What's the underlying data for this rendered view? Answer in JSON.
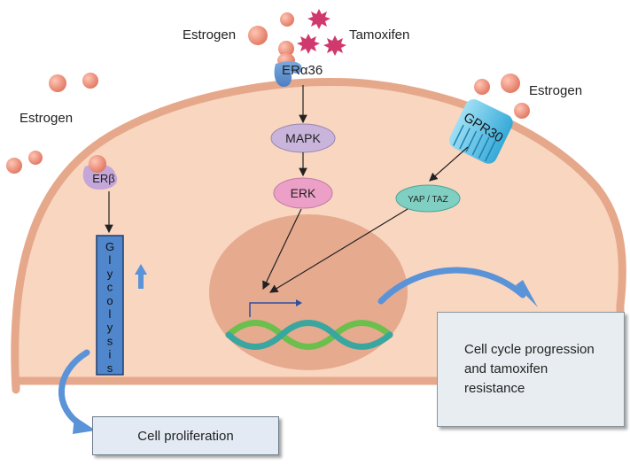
{
  "labels": {
    "estrogen_top": "Estrogen",
    "tamoxifen": "Tamoxifen",
    "estrogen_right": "Estrogen",
    "estrogen_left": "Estrogen",
    "er_alpha36": "ERα36",
    "er_beta": "ERβ",
    "gpr30": "GPR30",
    "mapk": "MAPK",
    "erk": "ERK",
    "yap_taz": "YAP / TAZ",
    "glycolysis_letters": [
      "G",
      "l",
      "y",
      "c",
      "o",
      "l",
      "y",
      "s",
      "i",
      "s"
    ],
    "outcome": "Cell cycle progression and tamoxifen resistance",
    "proliferation": "Cell proliferation"
  },
  "colors": {
    "cell_fill": "#f9d6c0",
    "cell_border": "#e6a88b",
    "nucleus": "#e6aa8f",
    "ligand": "#ea8c78",
    "tamoxifen": "#d0396e",
    "mapk": "#c9b4dc",
    "erk": "#ec9fc7",
    "yap_taz": "#7fd0c2",
    "glycolysis_bar": "#4f86cc",
    "flow_arrow": "#5b93d8",
    "dna_green": "#6bbf4d",
    "dna_teal": "#3aa6a0"
  },
  "icons": {
    "tamoxifen": "star-burst",
    "up_arrow": "up-arrow",
    "transcription": "bent-arrow"
  }
}
